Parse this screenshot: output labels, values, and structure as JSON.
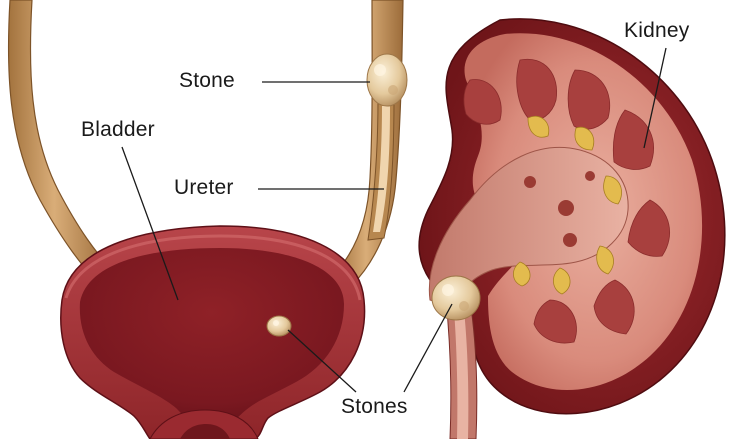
{
  "labels": {
    "stone": "Stone",
    "bladder": "Bladder",
    "ureter": "Ureter",
    "kidney": "Kidney",
    "stones": "Stones"
  },
  "colors": {
    "ureter_tan": "#c99a63",
    "bladder_red": "#9e2a30",
    "bladder_inner": "#8a1e25",
    "kidney_outer": "#8e2226",
    "kidney_cortex": "#d07a6c",
    "pyramid": "#a8403e",
    "stone_cream": "#e6cfa6",
    "calyx_yellow": "#e0b84a",
    "leader_line": "#1a1a1a"
  }
}
